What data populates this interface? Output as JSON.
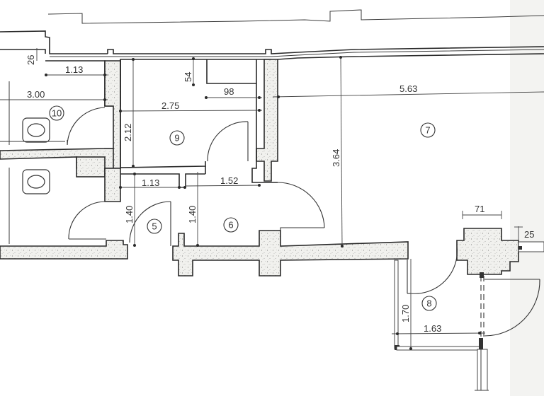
{
  "drawing": {
    "type": "architectural floor plan",
    "rooms": [
      {
        "number": "5",
        "id": "room-5"
      },
      {
        "number": "6",
        "id": "room-6"
      },
      {
        "number": "7",
        "id": "room-7"
      },
      {
        "number": "8",
        "id": "room-8"
      },
      {
        "number": "9",
        "id": "room-9"
      },
      {
        "number": "10",
        "id": "room-10"
      }
    ],
    "dimensions": {
      "d26": "26",
      "d113_top": "1.13",
      "d300": "3.00",
      "d54": "54",
      "d98": "98",
      "d275": "2.75",
      "d212": "2.12",
      "d563": "5.63",
      "d364": "3.64",
      "d113_mid": "1.13",
      "d152": "1.52",
      "d140_left": "1.40",
      "d140_right": "1.40",
      "d71": "71",
      "d25": "25",
      "d170": "1.70",
      "d163": "1.63"
    }
  }
}
